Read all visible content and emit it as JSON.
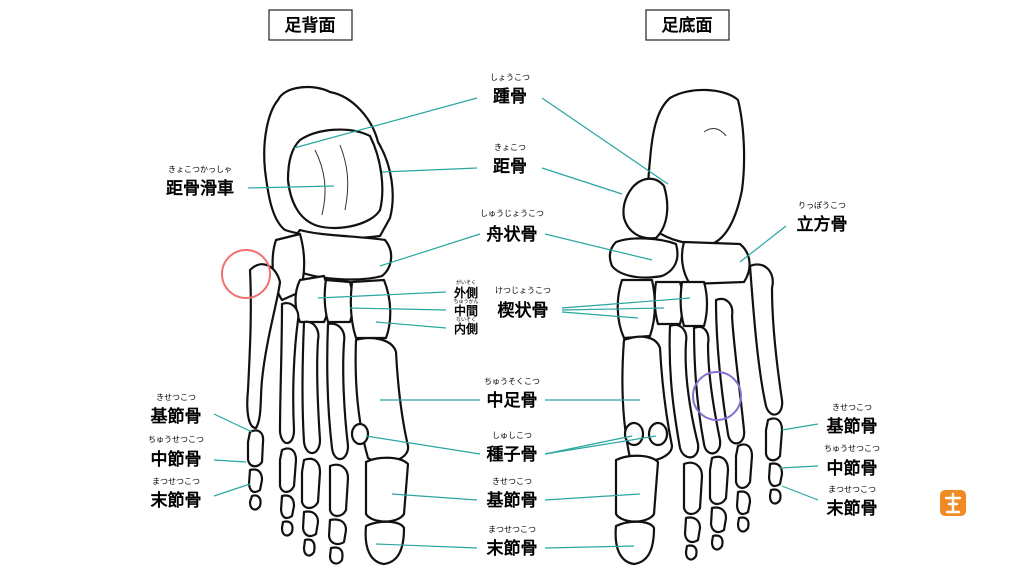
{
  "titles": {
    "dorsal": "足背面",
    "plantar": "足底面"
  },
  "labels": {
    "calcaneus": {
      "ruby": "しょうこつ",
      "text": "踵骨"
    },
    "talus": {
      "ruby": "きょこつ",
      "text": "距骨"
    },
    "trochlea": {
      "ruby": "きょこつかっしゃ",
      "text": "距骨滑車"
    },
    "navicular": {
      "ruby": "しゅうじょうこつ",
      "text": "舟状骨"
    },
    "cuboid": {
      "ruby": "りっぽうこつ",
      "text": "立方骨"
    },
    "cuneiform": {
      "ruby": "けつじょうこつ",
      "text": "楔状骨"
    },
    "cuneiform_lateral": {
      "ruby": "がいそく",
      "text": "外側"
    },
    "cuneiform_middle": {
      "ruby": "ちゅうかん",
      "text": "中間"
    },
    "cuneiform_medial": {
      "ruby": "ないそく",
      "text": "内側"
    },
    "metatarsal": {
      "ruby": "ちゅうそくこつ",
      "text": "中足骨"
    },
    "sesamoid": {
      "ruby": "しゅしこつ",
      "text": "種子骨"
    },
    "proximal_center": {
      "ruby": "きせつこつ",
      "text": "基節骨"
    },
    "distal_center": {
      "ruby": "まつせつこつ",
      "text": "末節骨"
    },
    "proximal_left": {
      "ruby": "きせつこつ",
      "text": "基節骨"
    },
    "middle_left": {
      "ruby": "ちゅうせつこつ",
      "text": "中節骨"
    },
    "distal_left": {
      "ruby": "まつせつこつ",
      "text": "末節骨"
    },
    "proximal_right": {
      "ruby": "きせつこつ",
      "text": "基節骨"
    },
    "middle_right": {
      "ruby": "ちゅうせつこつ",
      "text": "中節骨"
    },
    "distal_right": {
      "ruby": "まつせつこつ",
      "text": "末節骨"
    }
  },
  "colors": {
    "leader": "#2aa6a0",
    "highlight_red": "#f07070",
    "highlight_purple": "#8a6fd0",
    "logo": "#f08a24"
  },
  "icons": {
    "logo": "brand-logo-icon"
  }
}
